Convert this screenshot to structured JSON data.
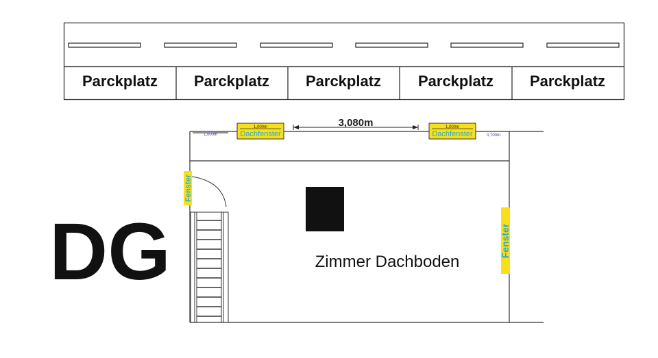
{
  "parking": {
    "labels": [
      "Parckplatz",
      "Parckplatz",
      "Parckplatz",
      "Parckplatz",
      "Parckplatz"
    ]
  },
  "floor_label": "DG",
  "room_label": "Zimmer  Dachboden",
  "dimensions": {
    "main": "3,080m",
    "left_offset": "1,000m",
    "right_offset": "0,700m",
    "skylight_width": "1,000m"
  },
  "windows": {
    "skylight": "Dachfenster",
    "window": "Fenster"
  },
  "colors": {
    "window_fill": "#f7e01a",
    "window_text": "#27a9d6",
    "dim_text": "#3a3aa0"
  }
}
